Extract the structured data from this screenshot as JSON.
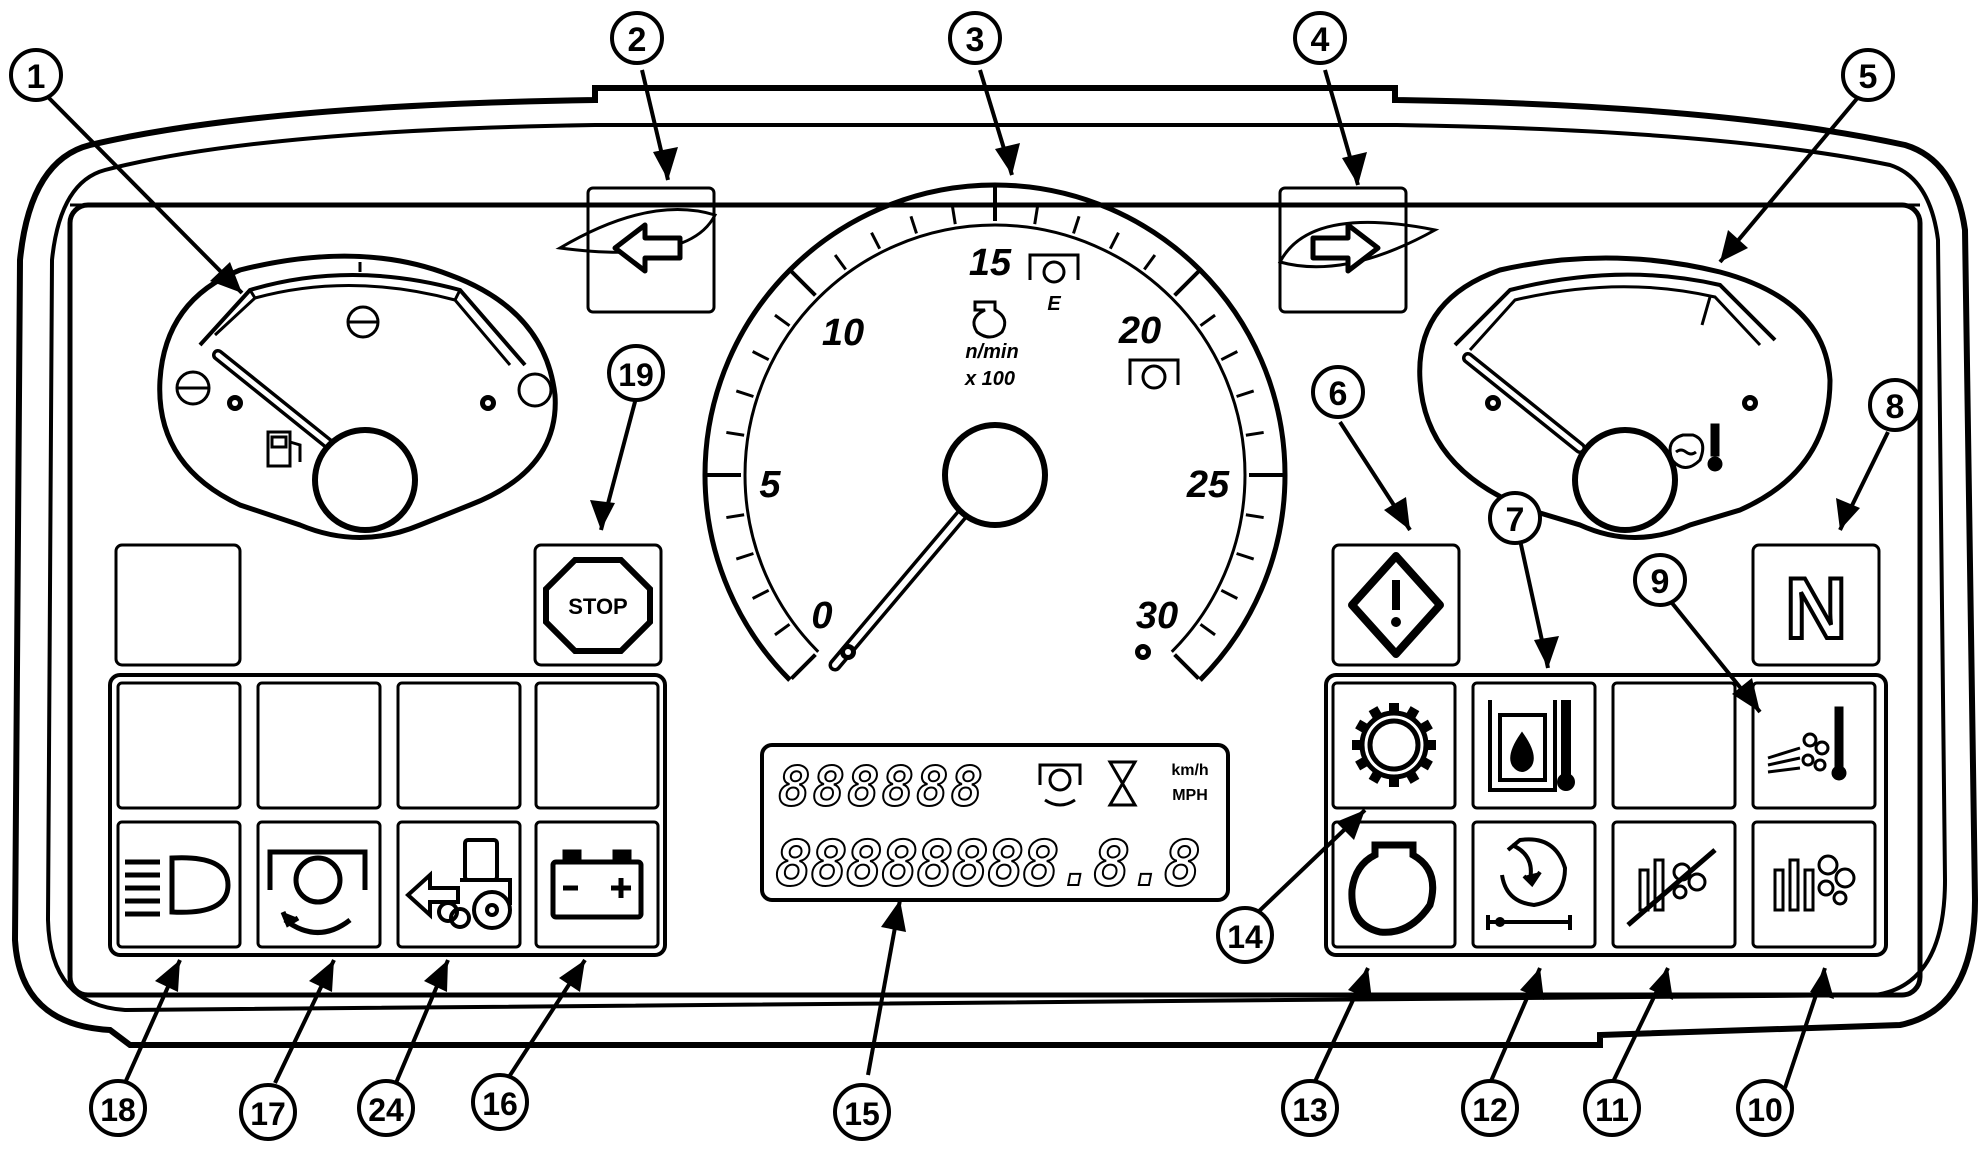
{
  "tachometer": {
    "scale_labels": [
      "0",
      "5",
      "10",
      "15",
      "20",
      "25",
      "30"
    ],
    "unit_line1": "n/min",
    "unit_line2": "x 100",
    "marker_letter": "E"
  },
  "lcd": {
    "row1_digits": "888888",
    "row2_digits": "88888888.8.8",
    "unit_kmh": "km/h",
    "unit_mph": "MPH"
  },
  "indicators": {
    "stop_text": "STOP",
    "neutral_text": "N"
  },
  "callouts": {
    "c1": "1",
    "c2": "2",
    "c3": "3",
    "c4": "4",
    "c5": "5",
    "c6": "6",
    "c7": "7",
    "c8": "8",
    "c9": "9",
    "c10": "10",
    "c11": "11",
    "c12": "12",
    "c13": "13",
    "c14": "14",
    "c15": "15",
    "c16": "16",
    "c17": "17",
    "c18": "18",
    "c19": "19",
    "c24": "24"
  },
  "icons": {
    "fuel_gauge": "fuel-pump-icon",
    "temp_gauge": "coolant-temperature-icon",
    "left_turn": "arrow-left-icon",
    "right_turn": "arrow-right-icon",
    "warning": "warning-diamond-icon",
    "hydraulic_oil": "oil-temperature-icon",
    "air_filter": "air-temperature-icon",
    "pto": "gear-icon",
    "engine": "engine-icon",
    "air_brake": "air-brake-icon",
    "glow_plug_off": "preheat-off-icon",
    "glow_plug": "preheat-icon",
    "headlight": "headlight-icon",
    "rear_pto": "rear-pto-icon",
    "trailer": "trailer-icon",
    "battery": "battery-icon"
  }
}
